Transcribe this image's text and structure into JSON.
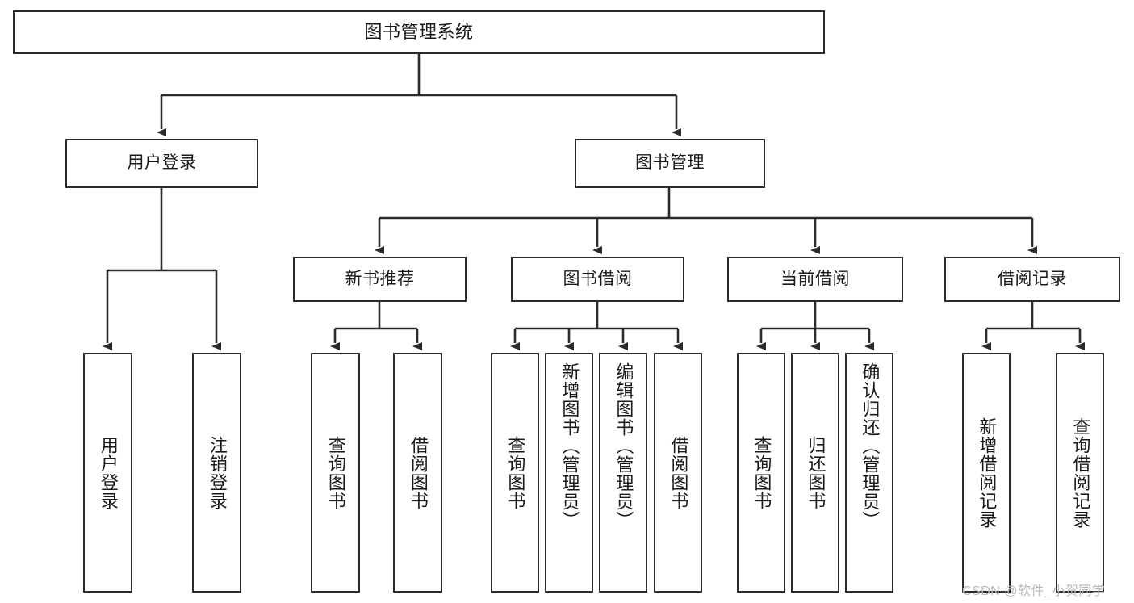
{
  "diagram": {
    "title": "图书管理系统",
    "type": "tree",
    "colors": {
      "box_border": "#2b2b2b",
      "box_fill": "#ffffff",
      "edge": "#2b2b2b",
      "text": "#1a1a1a",
      "watermark": "#b9b9b9"
    },
    "nodes": {
      "root": {
        "label": "图书管理系统"
      },
      "level2": [
        {
          "label": "用户登录"
        },
        {
          "label": "图书管理"
        }
      ],
      "level3": [
        {
          "label": "新书推荐"
        },
        {
          "label": "图书借阅"
        },
        {
          "label": "当前借阅"
        },
        {
          "label": "借阅记录"
        }
      ],
      "leaves_user_login": [
        {
          "label": "用户登录"
        },
        {
          "label": "注销登录"
        }
      ],
      "leaves_new_book": [
        {
          "label": "查询图书"
        },
        {
          "label": "借阅图书"
        }
      ],
      "leaves_book_borrow": [
        {
          "label": "查询图书"
        },
        {
          "label": "新增图书（管理员）"
        },
        {
          "label": "编辑图书（管理员）"
        },
        {
          "label": "借阅图书"
        }
      ],
      "leaves_current_borrow": [
        {
          "label": "查询图书"
        },
        {
          "label": "归还图书"
        },
        {
          "label": "确认归还（管理员）"
        }
      ],
      "leaves_borrow_record": [
        {
          "label": "新增借阅记录"
        },
        {
          "label": "查询借阅记录"
        }
      ]
    },
    "watermark": "CSDN @软件_小贺同学"
  }
}
